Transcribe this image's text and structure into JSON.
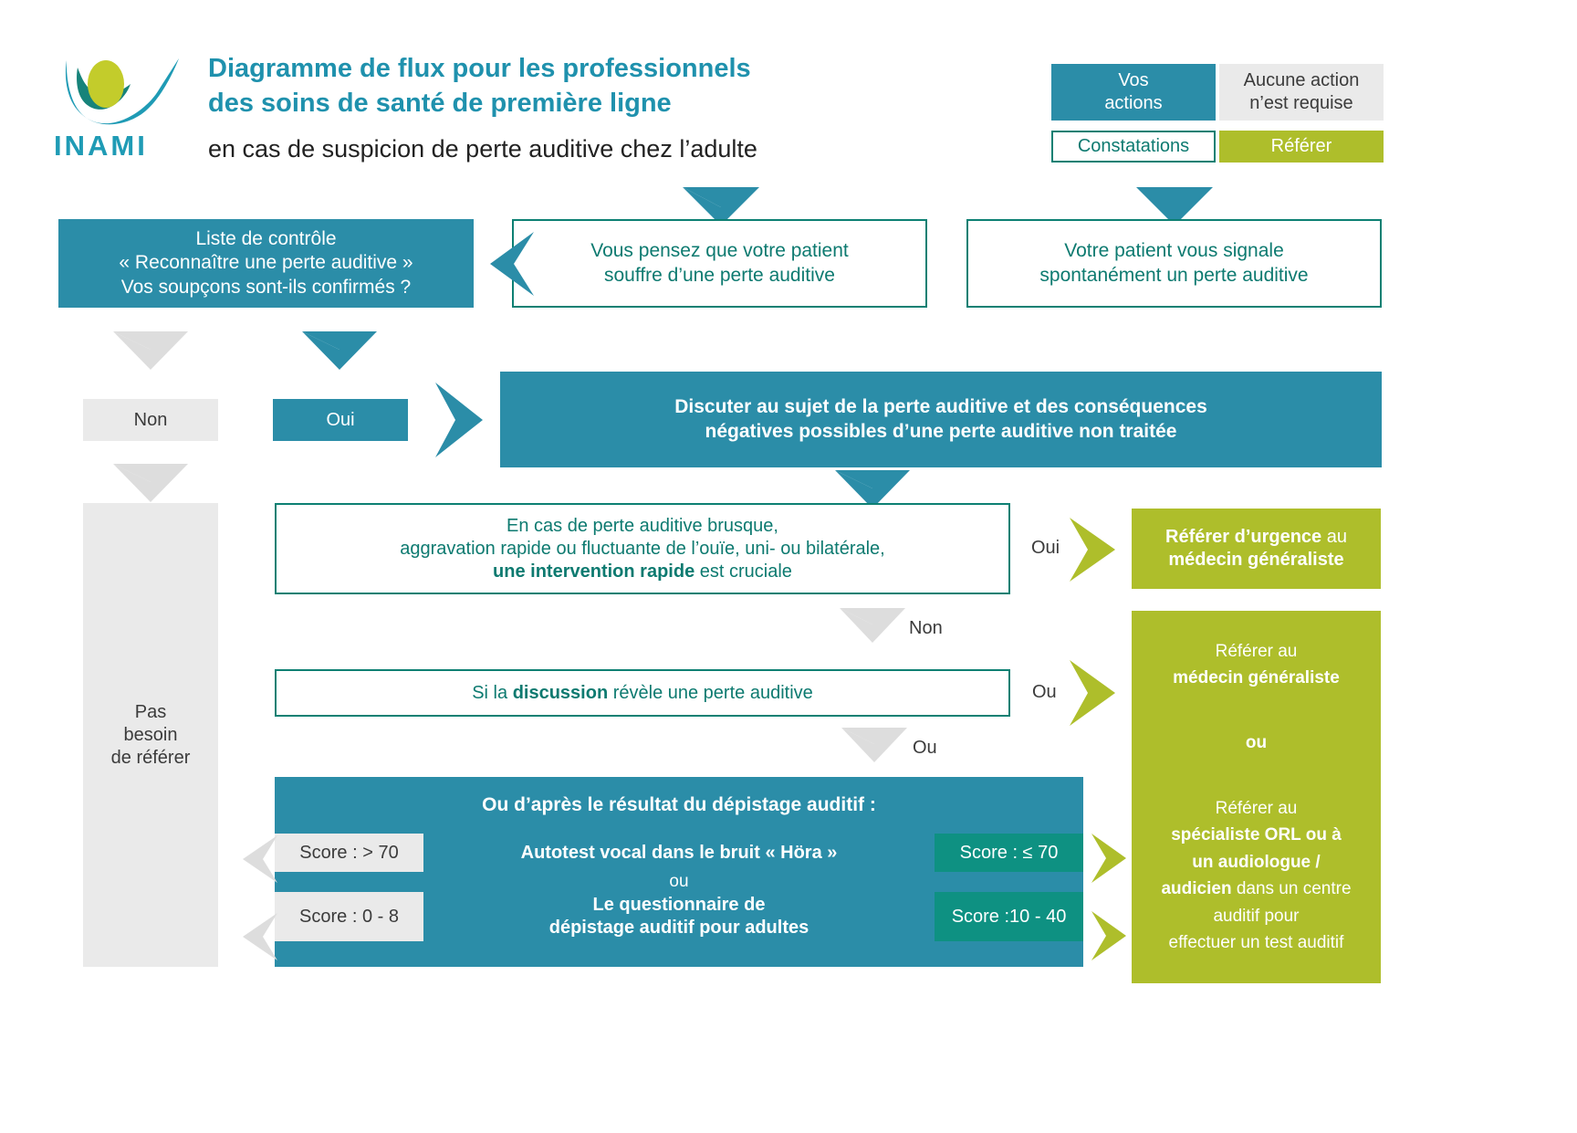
{
  "header": {
    "logo_text": "INAMI",
    "title_line1": "Diagramme de flux pour les professionnels",
    "title_line2": "des soins de santé de première ligne",
    "subtitle": "en cas de suspicion de perte auditive chez l’adulte"
  },
  "legend": {
    "vos_actions": "Vos\nactions",
    "aucune_action": "Aucune action\nn’est requise",
    "constatations": "Constatations",
    "referer": "Référer"
  },
  "top_row": {
    "checklist": "Liste de contrôle\n« Reconnaître une perte auditive »\nVos soupçons sont-ils confirmés ?",
    "pensez": "Vous pensez que votre patient\nsouffre d’une perte auditive",
    "signale": "Votre patient vous signale\nspontanément un perte auditive"
  },
  "decision": {
    "non": "Non",
    "oui": "Oui"
  },
  "discuss": "Discuter au sujet de la perte auditive et des conséquences\nnégatives possibles d’une perte auditive non traitée",
  "left_column": "Pas\nbesoin\nde référer",
  "findings": {
    "brusque_l1": "En cas de perte auditive brusque,",
    "brusque_l2": "aggravation rapide ou fluctuante de l’ouïe, uni- ou bilatérale,",
    "brusque_bold": "une intervention rapide",
    "brusque_tail": " est cruciale",
    "discussion_pre": "Si la ",
    "discussion_bold": "discussion",
    "discussion_post": " révèle une perte auditive"
  },
  "edge_labels": {
    "oui_urgent": "Oui",
    "non_second": "Non",
    "ou_right": "Ou",
    "ou_down": "Ou"
  },
  "table": {
    "header": "Ou d’après le résultat du dépistage auditif :",
    "separator": "ou",
    "rows": [
      {
        "score_left": "Score : > 70",
        "test_name": "Autotest vocal dans le bruit « Höra »",
        "score_right": "Score : ≤ 70"
      },
      {
        "score_left": "Score : 0 - 8",
        "test_name": "Le questionnaire de\ndépistage auditif pour adultes",
        "score_right": "Score :10 - 40"
      }
    ]
  },
  "refer": {
    "urgent_bold": "Référer d’urgence",
    "urgent_tail": " au",
    "urgent_line2": "médecin généraliste",
    "big_l1": "Référer au",
    "big_l2": "médecin généraliste",
    "big_ou": "ou",
    "big_l3": "Référer au",
    "big_l4_b1": "spécialiste ORL",
    "big_l4_t1": " ou à",
    "big_l5": "un audiologue /",
    "big_l6_b": "audicien",
    "big_l6_t": " dans un centre",
    "big_l7": "auditif pour",
    "big_l8": "effectuer un test auditif"
  },
  "colors": {
    "teal": "#2b8da8",
    "dark_teal": "#0e9182",
    "green": "#aebe2b",
    "grey": "#eaeaea",
    "title_blue": "#1f91ad"
  }
}
